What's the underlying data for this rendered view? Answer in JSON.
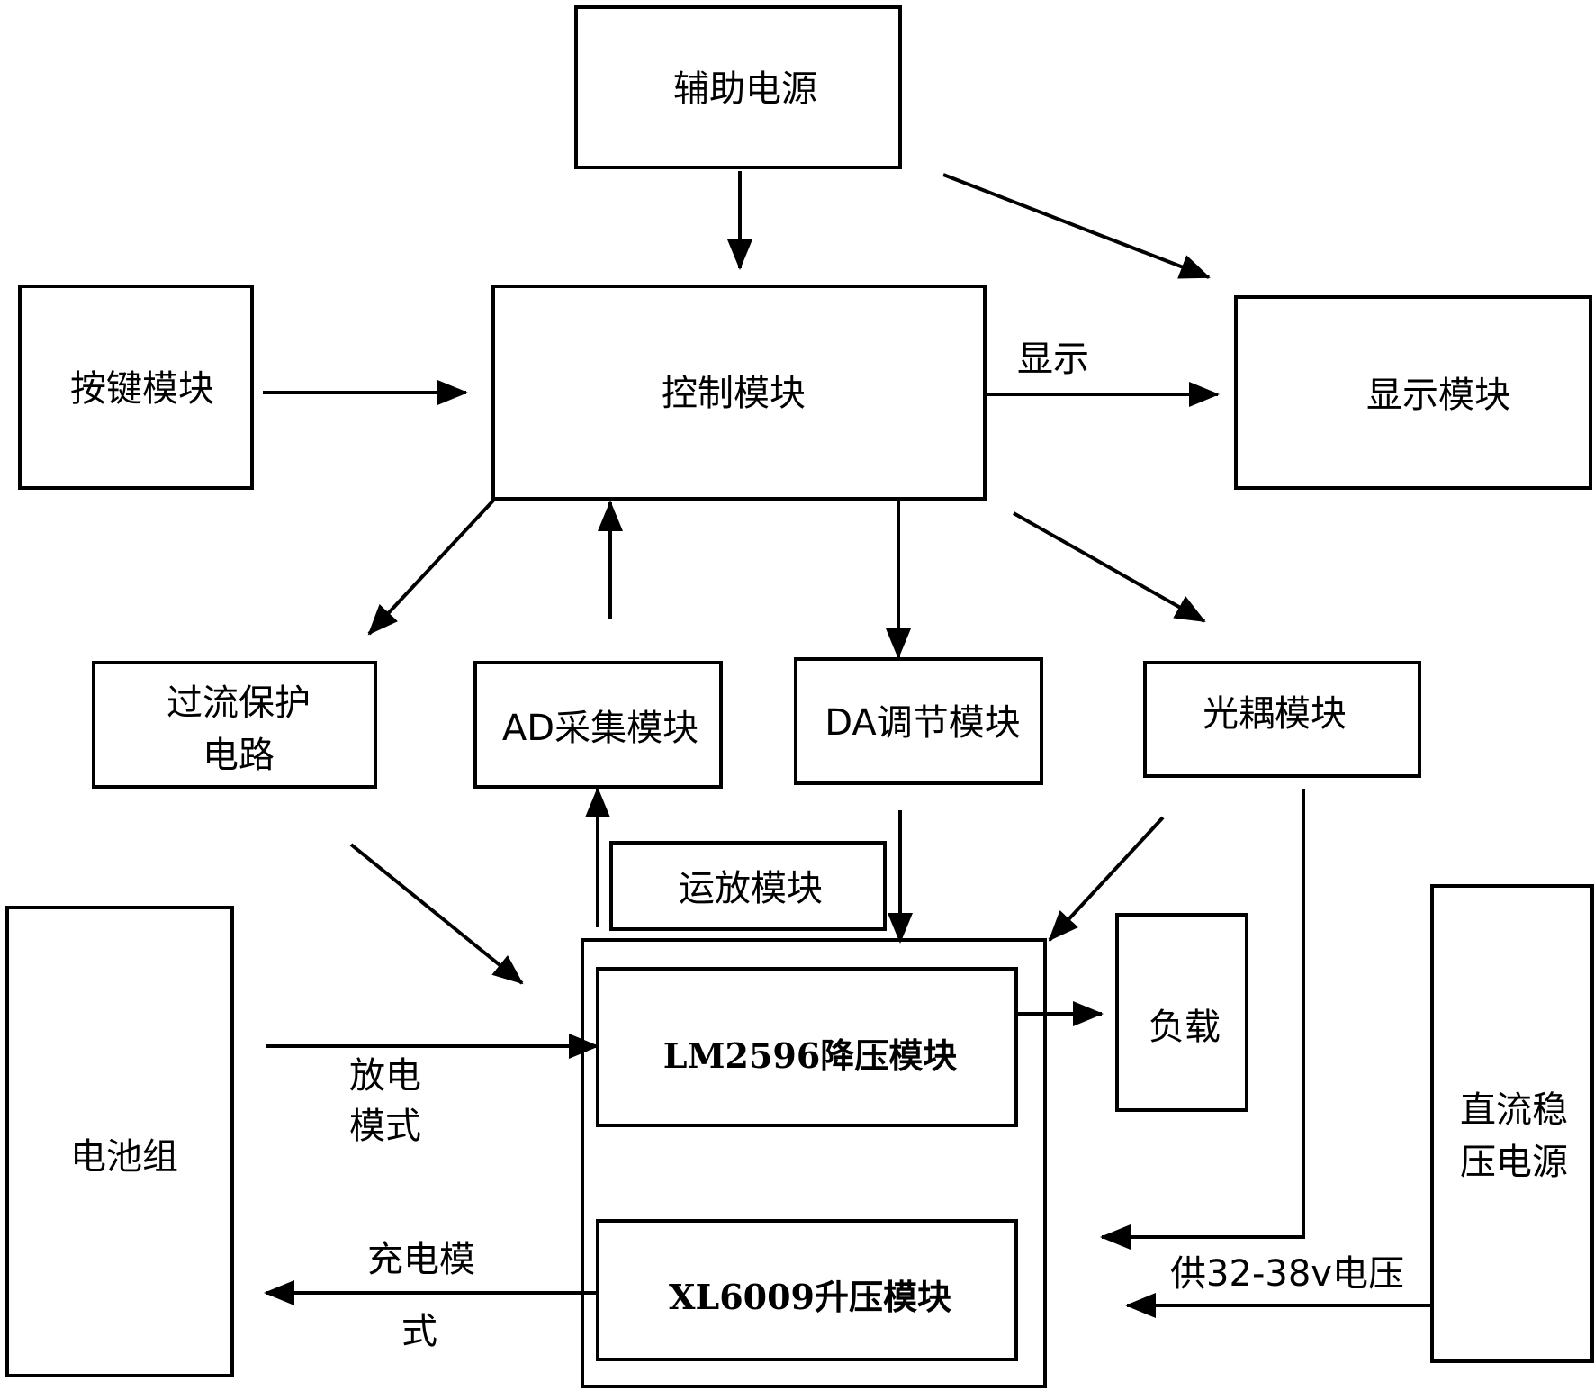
{
  "nodes": {
    "aux_power": "辅助电源",
    "key_module": "按键模块",
    "control_module": "控制模块",
    "display_module": "显示模块",
    "overcurrent_l1": "过流保护",
    "overcurrent_l2": "电路",
    "ad_module": "AD采集模块",
    "da_module": "DA调节模块",
    "optocoupler": "光耦模块",
    "opamp": "运放模块",
    "battery": "电池组",
    "buck": "LM2596降压模块",
    "boost": "XL6009升压模块",
    "load": "负载",
    "dc_supply_l1": "直流稳",
    "dc_supply_l2": "压电源"
  },
  "edges": {
    "display": "显示",
    "discharge_l1": "放电",
    "discharge_l2": "模式",
    "charge_l1": "充电模",
    "charge_l2": "式",
    "supply": "供32-38v电压"
  }
}
